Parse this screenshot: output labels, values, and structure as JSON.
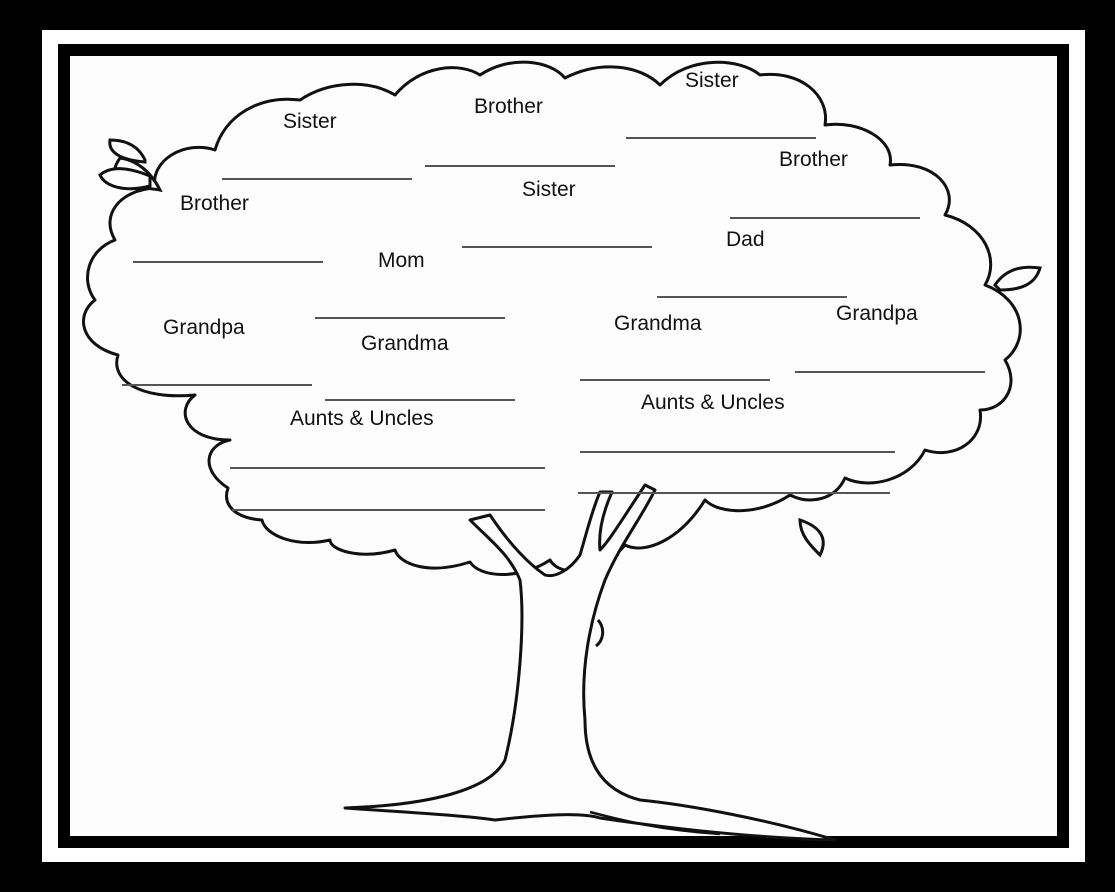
{
  "labels": {
    "sister_1": "Sister",
    "sister_2": "Sister",
    "sister_3": "Sister",
    "brother_1": "Brother",
    "brother_2": "Brother",
    "brother_3": "Brother",
    "mom": "Mom",
    "dad": "Dad",
    "grandpa_1": "Grandpa",
    "grandma_1": "Grandma",
    "grandma_2": "Grandma",
    "grandpa_2": "Grandpa",
    "aunts_uncles_1": "Aunts & Uncles",
    "aunts_uncles_2": "Aunts & Uncles"
  },
  "colors": {
    "frame": "#000000",
    "paper": "#fdfdfd",
    "ink": "#111111",
    "blank_line": "#555555"
  }
}
